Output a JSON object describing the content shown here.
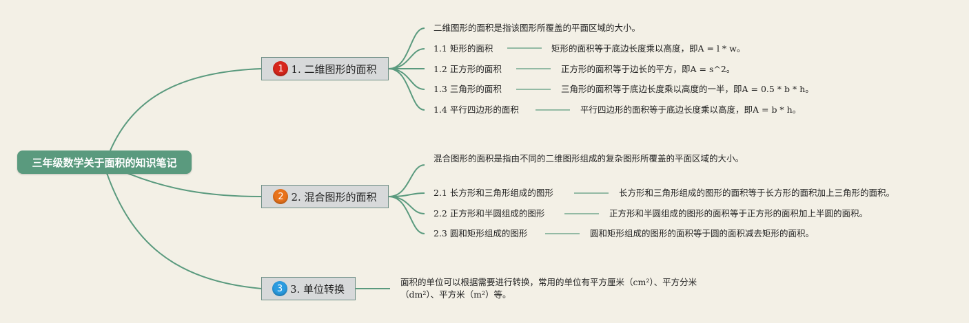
{
  "root": {
    "title": "三年级数学关于面积的知识笔记"
  },
  "colors": {
    "background": "#f3f0e6",
    "root_fill": "#5a9a7e",
    "branch_fill": "#d7d9da",
    "connector": "#5a9a7e",
    "badge1": "#d7261c",
    "badge2": "#e8731c",
    "badge3": "#2a9be0"
  },
  "branches": [
    {
      "badge": "1",
      "title": "1. 二维图形的面积",
      "intro": "二维图形的面积是指该图形所覆盖的平面区域的大小。",
      "items": [
        {
          "label": "1.1 矩形的面积",
          "detail": "矩形的面积等于底边长度乘以高度，即A = l * w。"
        },
        {
          "label": "1.2 正方形的面积",
          "detail": "正方形的面积等于边长的平方，即A = s^2。"
        },
        {
          "label": "1.3 三角形的面积",
          "detail": "三角形的面积等于底边长度乘以高度的一半，即A = 0.5 * b * h。"
        },
        {
          "label": "1.4 平行四边形的面积",
          "detail": "平行四边形的面积等于底边长度乘以高度，即A = b * h。"
        }
      ]
    },
    {
      "badge": "2",
      "title": "2. 混合图形的面积",
      "intro": "混合图形的面积是指由不同的二维图形组成的复杂图形所覆盖的平面区域的大小。",
      "items": [
        {
          "label": "2.1 长方形和三角形组成的图形",
          "detail": "长方形和三角形组成的图形的面积等于长方形的面积加上三角形的面积。"
        },
        {
          "label": "2.2 正方形和半圆组成的图形",
          "detail": "正方形和半圆组成的图形的面积等于正方形的面积加上半圆的面积。"
        },
        {
          "label": "2.3 圆和矩形组成的图形",
          "detail": "圆和矩形组成的图形的面积等于圆的面积减去矩形的面积。"
        }
      ]
    },
    {
      "badge": "3",
      "title": "3. 单位转换",
      "intro": "面积的单位可以根据需要进行转换，常用的单位有平方厘米（cm²）、平方分米（dm²）、平方米（m²）等。",
      "items": []
    }
  ]
}
